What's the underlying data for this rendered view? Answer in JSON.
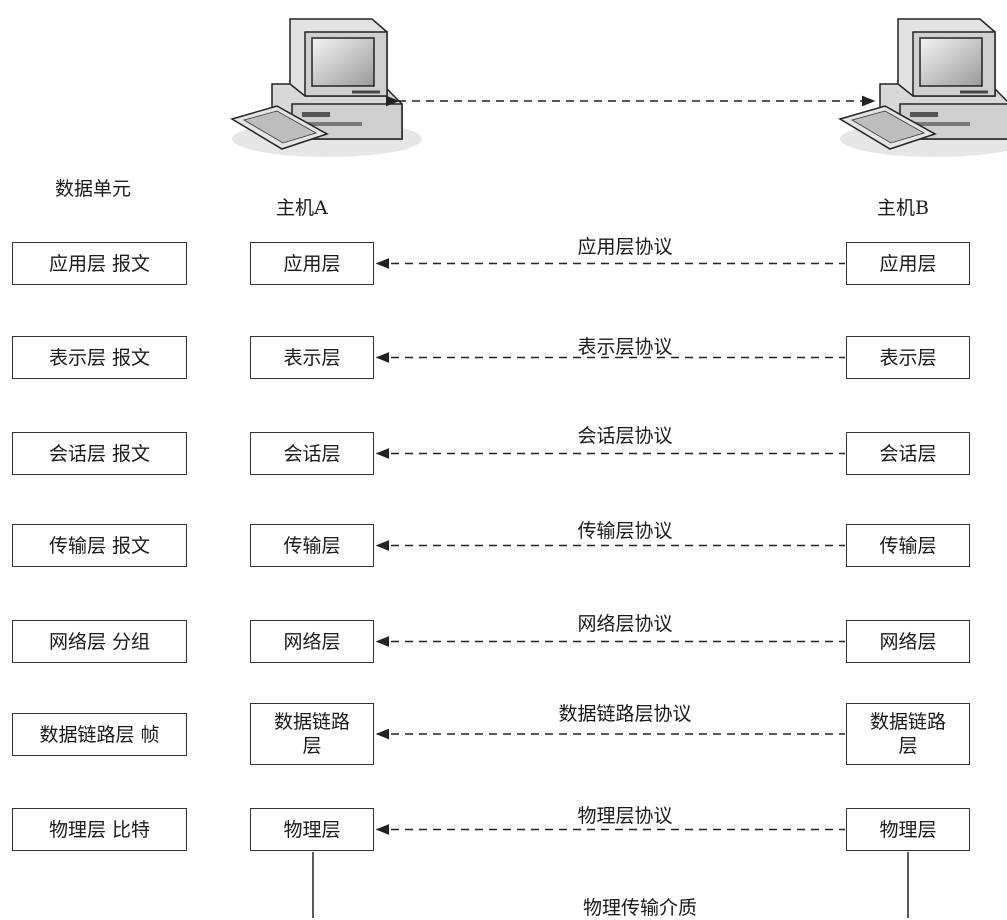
{
  "column_header": "数据单元",
  "host_a": {
    "name": "主机A",
    "icon": "desktop-computer-icon"
  },
  "host_b": {
    "name": "主机B",
    "icon": "desktop-computer-icon"
  },
  "layers": [
    {
      "unit": "应用层  报文",
      "a": "应用层",
      "b": "应用层",
      "protocol": "应用层协议"
    },
    {
      "unit": "表示层  报文",
      "a": "表示层",
      "b": "表示层",
      "protocol": "表示层协议"
    },
    {
      "unit": "会话层  报文",
      "a": "会话层",
      "b": "会话层",
      "protocol": "会话层协议"
    },
    {
      "unit": "传输层  报文",
      "a": "传输层",
      "b": "传输层",
      "protocol": "传输层协议"
    },
    {
      "unit": "网络层  分组",
      "a": "网络层",
      "b": "网络层",
      "protocol": "网络层协议"
    },
    {
      "unit": "数据链路层  帧",
      "a": "数据链路层",
      "b": "数据链路层",
      "protocol": "数据链路层协议"
    },
    {
      "unit": "物理层  比特",
      "a": "物理层",
      "b": "物理层",
      "protocol": "物理层协议"
    }
  ],
  "medium_label": "物理传输介质"
}
